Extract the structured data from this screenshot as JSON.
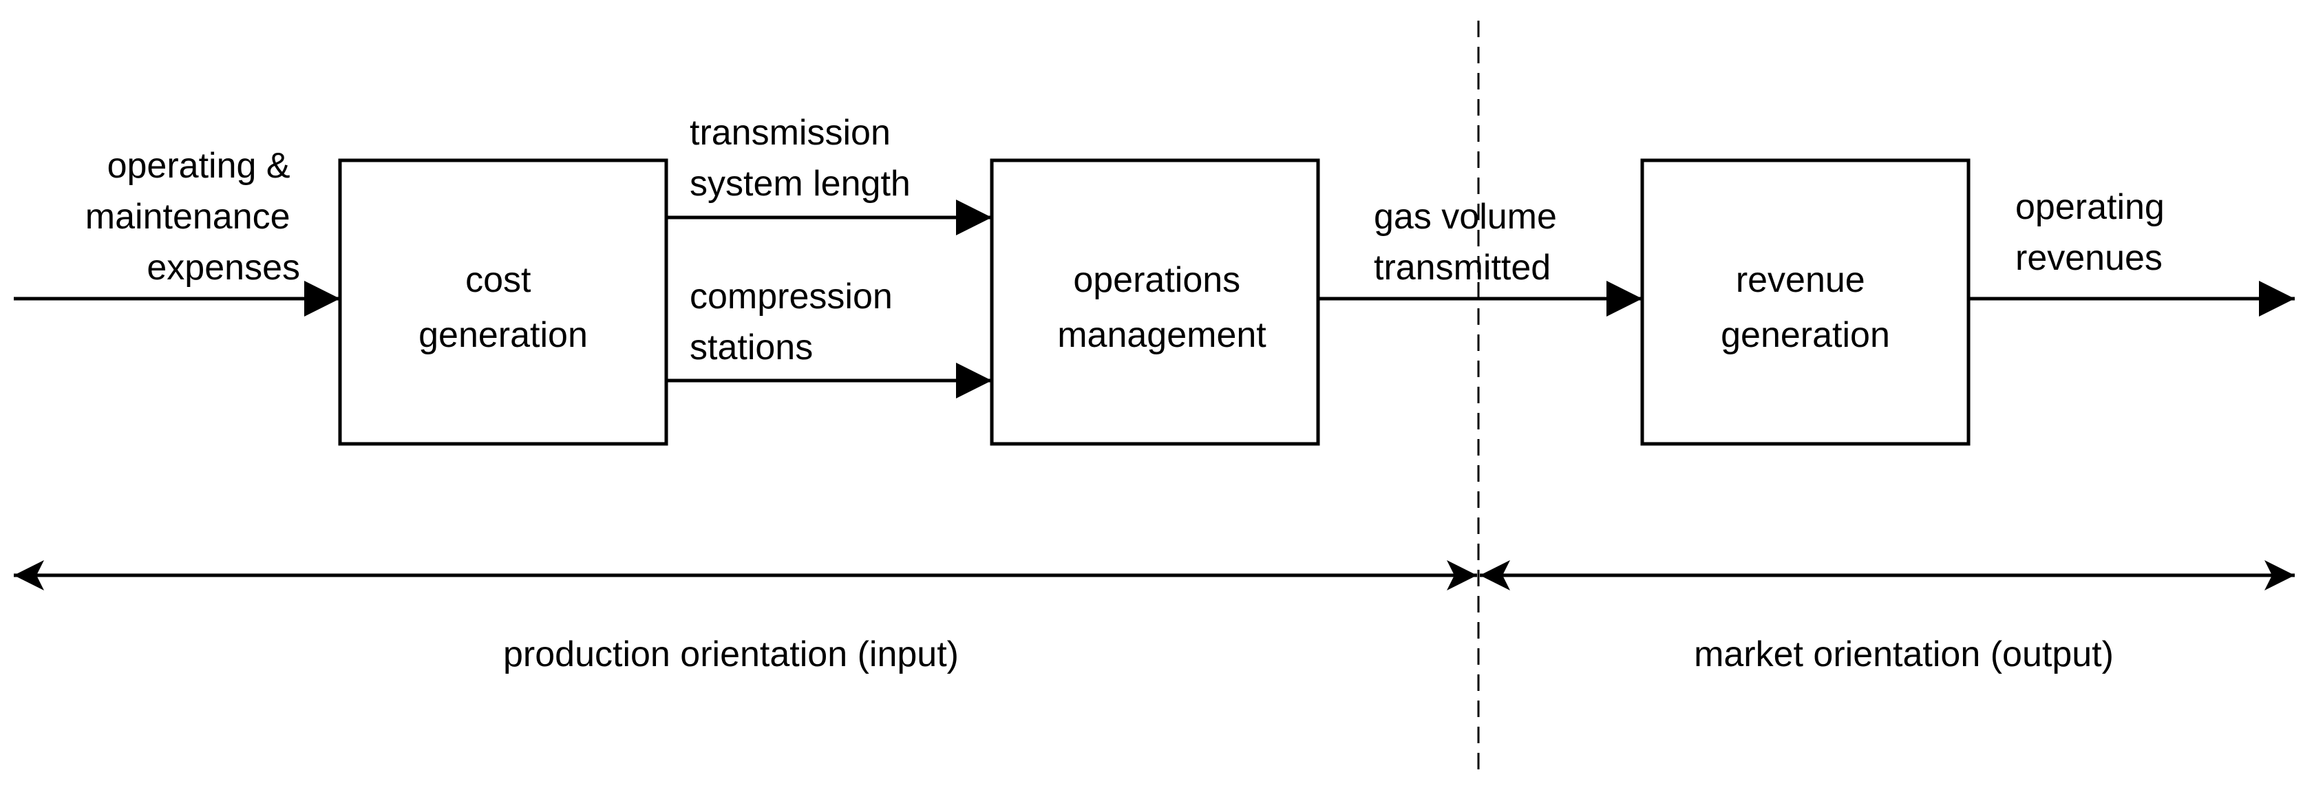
{
  "diagram": {
    "blocks": {
      "cost": [
        "cost",
        "generation"
      ],
      "operations": [
        "operations",
        "management"
      ],
      "revenue": [
        "revenue",
        "generation"
      ]
    },
    "flows": {
      "input": [
        "operating &",
        "maintenance",
        "expenses"
      ],
      "length": [
        "transmission",
        "system length"
      ],
      "stations": [
        "compression",
        "stations"
      ],
      "volume": [
        "gas volume",
        "transmitted"
      ],
      "output": [
        "operating",
        "revenues"
      ]
    },
    "orientations": {
      "production": "production orientation (input)",
      "market": "market orientation (output)"
    }
  }
}
